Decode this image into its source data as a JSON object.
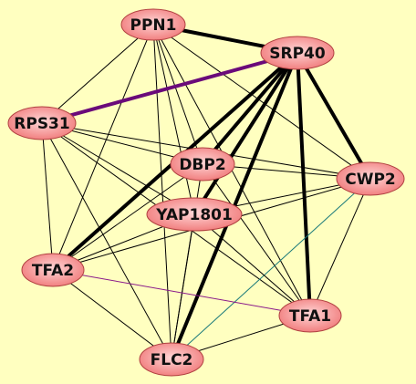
{
  "network": {
    "background": "#ffffc0",
    "node_fill_center": "#ffd6d6",
    "node_fill_edge": "#f07878",
    "node_stroke": "#b04040",
    "nodes": [
      {
        "id": "PPN1",
        "label": "PPN1"
      },
      {
        "id": "SRP40",
        "label": "SRP40"
      },
      {
        "id": "RPS31",
        "label": "RPS31"
      },
      {
        "id": "DBP2",
        "label": "DBP2"
      },
      {
        "id": "CWP2",
        "label": "CWP2"
      },
      {
        "id": "YAP1801",
        "label": "YAP1801"
      },
      {
        "id": "TFA2",
        "label": "TFA2"
      },
      {
        "id": "TFA1",
        "label": "TFA1"
      },
      {
        "id": "FLC2",
        "label": "FLC2"
      }
    ],
    "edges": [
      {
        "source": "PPN1",
        "target": "SRP40",
        "weight": "thick",
        "color": "#000000"
      },
      {
        "source": "PPN1",
        "target": "RPS31",
        "weight": "thin",
        "color": "#000000"
      },
      {
        "source": "PPN1",
        "target": "DBP2",
        "weight": "thin",
        "color": "#000000"
      },
      {
        "source": "PPN1",
        "target": "CWP2",
        "weight": "thin",
        "color": "#000000"
      },
      {
        "source": "PPN1",
        "target": "YAP1801",
        "weight": "thin",
        "color": "#000000"
      },
      {
        "source": "PPN1",
        "target": "TFA2",
        "weight": "thin",
        "color": "#000000"
      },
      {
        "source": "PPN1",
        "target": "TFA1",
        "weight": "thin",
        "color": "#000000"
      },
      {
        "source": "PPN1",
        "target": "FLC2",
        "weight": "thin",
        "color": "#000000"
      },
      {
        "source": "RPS31",
        "target": "SRP40",
        "weight": "thick",
        "color": "#6a0a7a"
      },
      {
        "source": "SRP40",
        "target": "DBP2",
        "weight": "thick",
        "color": "#000000"
      },
      {
        "source": "SRP40",
        "target": "CWP2",
        "weight": "thick",
        "color": "#000000"
      },
      {
        "source": "SRP40",
        "target": "YAP1801",
        "weight": "thick",
        "color": "#000000"
      },
      {
        "source": "SRP40",
        "target": "TFA2",
        "weight": "thick",
        "color": "#000000"
      },
      {
        "source": "SRP40",
        "target": "TFA1",
        "weight": "thick",
        "color": "#000000"
      },
      {
        "source": "SRP40",
        "target": "FLC2",
        "weight": "thick",
        "color": "#000000"
      },
      {
        "source": "RPS31",
        "target": "DBP2",
        "weight": "thin",
        "color": "#000000"
      },
      {
        "source": "RPS31",
        "target": "CWP2",
        "weight": "thin",
        "color": "#000000"
      },
      {
        "source": "RPS31",
        "target": "YAP1801",
        "weight": "thin",
        "color": "#000000"
      },
      {
        "source": "RPS31",
        "target": "TFA2",
        "weight": "thin",
        "color": "#000000"
      },
      {
        "source": "RPS31",
        "target": "TFA1",
        "weight": "thin",
        "color": "#000000"
      },
      {
        "source": "RPS31",
        "target": "FLC2",
        "weight": "thin",
        "color": "#000000"
      },
      {
        "source": "DBP2",
        "target": "CWP2",
        "weight": "thin",
        "color": "#000000"
      },
      {
        "source": "DBP2",
        "target": "TFA2",
        "weight": "thin",
        "color": "#000000"
      },
      {
        "source": "DBP2",
        "target": "TFA1",
        "weight": "thin",
        "color": "#000000"
      },
      {
        "source": "DBP2",
        "target": "FLC2",
        "weight": "thin",
        "color": "#000000"
      },
      {
        "source": "CWP2",
        "target": "YAP1801",
        "weight": "thin",
        "color": "#000000"
      },
      {
        "source": "CWP2",
        "target": "TFA2",
        "weight": "thin",
        "color": "#000000"
      },
      {
        "source": "CWP2",
        "target": "TFA1",
        "weight": "thin",
        "color": "#000000"
      },
      {
        "source": "CWP2",
        "target": "FLC2",
        "weight": "thin",
        "color": "#1a7a7a"
      },
      {
        "source": "YAP1801",
        "target": "TFA2",
        "weight": "thin",
        "color": "#000000"
      },
      {
        "source": "YAP1801",
        "target": "TFA1",
        "weight": "thin",
        "color": "#000000"
      },
      {
        "source": "YAP1801",
        "target": "FLC2",
        "weight": "thin",
        "color": "#000000"
      },
      {
        "source": "TFA2",
        "target": "TFA1",
        "weight": "thin",
        "color": "#8a1a8a"
      },
      {
        "source": "TFA2",
        "target": "FLC2",
        "weight": "thin",
        "color": "#000000"
      },
      {
        "source": "TFA1",
        "target": "FLC2",
        "weight": "thin",
        "color": "#000000"
      }
    ]
  }
}
